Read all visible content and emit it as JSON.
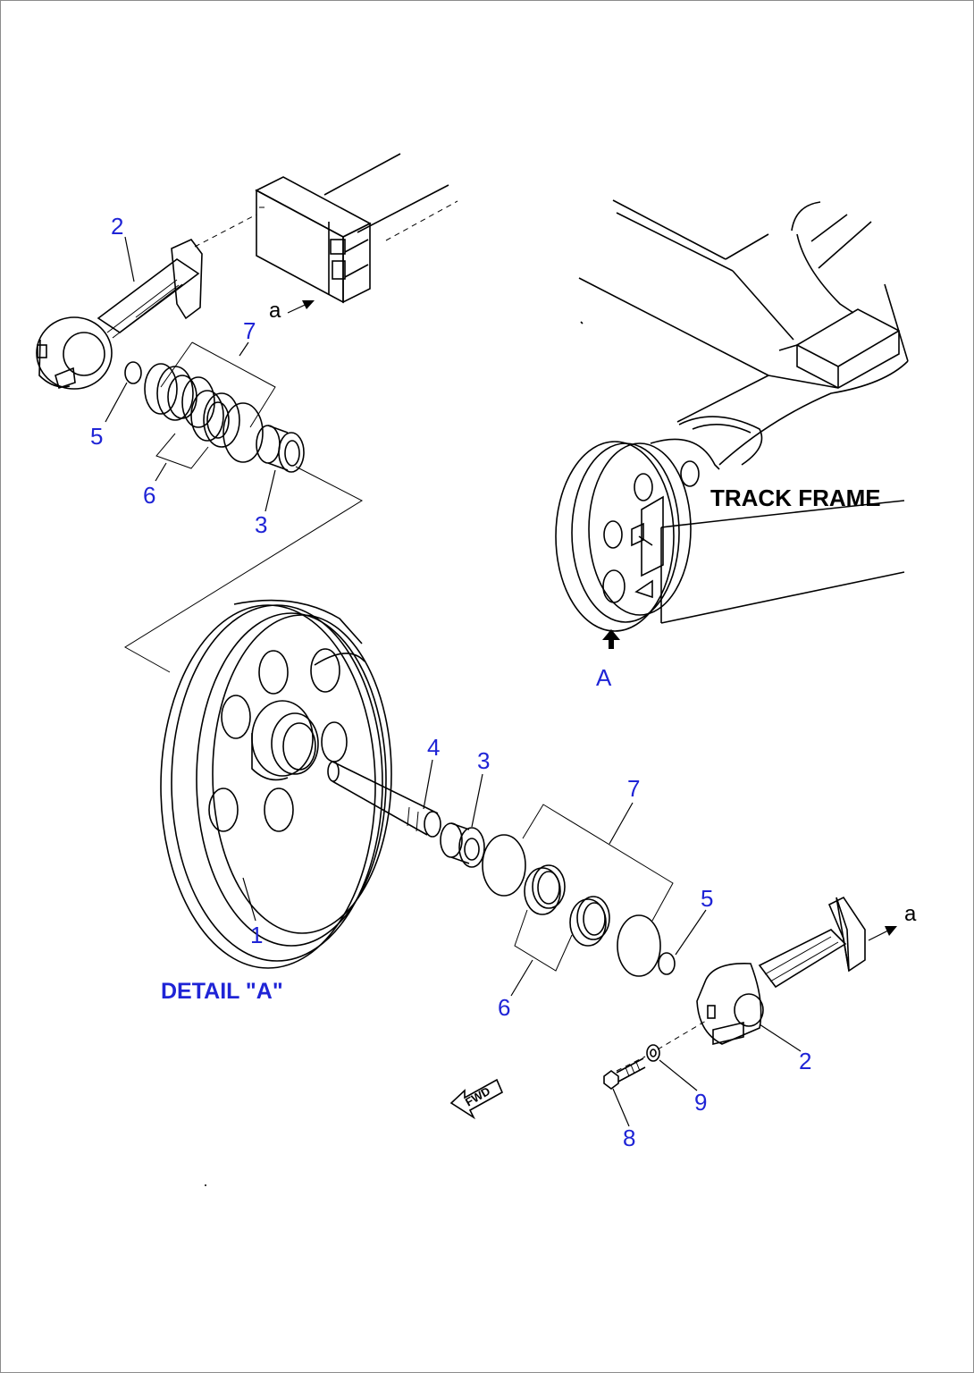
{
  "labels": {
    "track_frame": "TRACK FRAME",
    "detail": "DETAIL \"A\"",
    "view_arrow": "A",
    "fwd": "FWD",
    "ref_a": "a"
  },
  "callouts": {
    "upper": {
      "c2": "2",
      "c7": "7",
      "c5": "5",
      "c6": "6",
      "c3": "3"
    },
    "lower": {
      "c4": "4",
      "c3": "3",
      "c7": "7",
      "c1": "1",
      "c5": "5",
      "c6": "6",
      "c2": "2",
      "c9": "9",
      "c8": "8"
    }
  },
  "colors": {
    "callout": "#1f24d6",
    "line": "#000000",
    "border": "#8c8c8c"
  }
}
